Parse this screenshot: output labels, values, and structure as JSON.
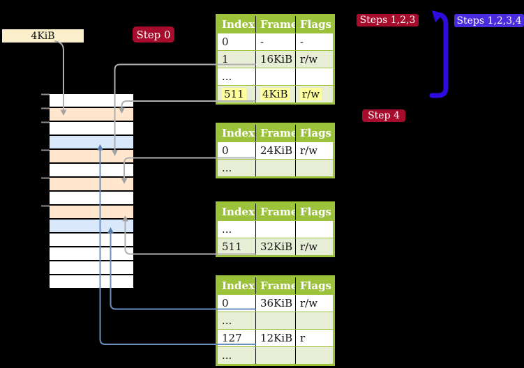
{
  "frame_label": {
    "text": "4KiB"
  },
  "badges": {
    "step0": {
      "text": "Step 0"
    },
    "steps123": {
      "text": "Steps 1,2,3"
    },
    "steps1234": {
      "text": "Steps 1,2,3,4"
    },
    "step4": {
      "text": "Step 4"
    }
  },
  "page_tables": [
    {
      "name": "page-table-level-4",
      "headers": [
        "Index",
        "Frame",
        "Flags"
      ],
      "rows": [
        {
          "cells": [
            "0",
            "-",
            "-"
          ],
          "shaded": false,
          "highlighted": false
        },
        {
          "cells": [
            "1",
            "16KiB",
            "r/w"
          ],
          "shaded": true,
          "highlighted": false
        },
        {
          "cells": [
            "...",
            "",
            ""
          ],
          "shaded": false,
          "highlighted": false
        },
        {
          "cells": [
            "511",
            "4KiB",
            "r/w"
          ],
          "shaded": true,
          "highlighted": true
        }
      ]
    },
    {
      "name": "page-table-level-3",
      "headers": [
        "Index",
        "Frame",
        "Flags"
      ],
      "rows": [
        {
          "cells": [
            "0",
            "24KiB",
            "r/w"
          ],
          "shaded": false,
          "highlighted": false
        },
        {
          "cells": [
            "...",
            "",
            ""
          ],
          "shaded": true,
          "highlighted": false
        }
      ]
    },
    {
      "name": "page-table-level-2",
      "headers": [
        "Index",
        "Frame",
        "Flags"
      ],
      "rows": [
        {
          "cells": [
            "...",
            "",
            ""
          ],
          "shaded": false,
          "highlighted": false
        },
        {
          "cells": [
            "511",
            "32KiB",
            "r/w"
          ],
          "shaded": true,
          "highlighted": false
        }
      ]
    },
    {
      "name": "page-table-level-1",
      "headers": [
        "Index",
        "Frame",
        "Flags"
      ],
      "rows": [
        {
          "cells": [
            "0",
            "36KiB",
            "r/w"
          ],
          "shaded": false,
          "highlighted": false
        },
        {
          "cells": [
            "...",
            "",
            ""
          ],
          "shaded": true,
          "highlighted": false
        },
        {
          "cells": [
            "127",
            "12KiB",
            "r"
          ],
          "shaded": false,
          "highlighted": false
        },
        {
          "cells": [
            "...",
            "",
            ""
          ],
          "shaded": true,
          "highlighted": false
        }
      ]
    }
  ],
  "memory_stack": {
    "cells": [
      {
        "fill": "white"
      },
      {
        "fill": "orange"
      },
      {
        "fill": "white"
      },
      {
        "fill": "blue"
      },
      {
        "fill": "orange"
      },
      {
        "fill": "white"
      },
      {
        "fill": "orange"
      },
      {
        "fill": "white"
      },
      {
        "fill": "orange"
      },
      {
        "fill": "blue"
      },
      {
        "fill": "white"
      },
      {
        "fill": "white"
      },
      {
        "fill": "white"
      },
      {
        "fill": "white"
      }
    ]
  },
  "colors": {
    "table_header_green": "#9cc23c",
    "table_row_green": "#e7eed5",
    "highlight_yellow": "#ffff9d",
    "frame_label_cream": "#faeecb",
    "stack_orange": "#ffe6cc",
    "stack_blue": "#dae8fc",
    "badge_red": "#a80c2c",
    "badge_blue": "#4b2be0",
    "loop_arrow_blue": "#2c0ddd",
    "connector_grey": "#b0b0b0",
    "connector_steel_blue": "#6c8ebf"
  }
}
